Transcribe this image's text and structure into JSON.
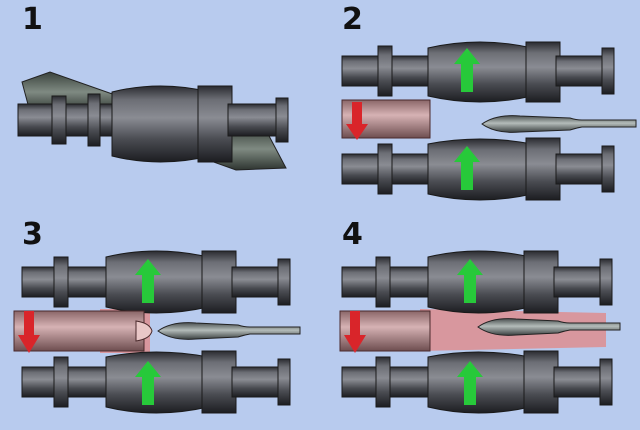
{
  "panels": [
    {
      "label": "1"
    },
    {
      "label": "2"
    },
    {
      "label": "3"
    },
    {
      "label": "4"
    }
  ],
  "colors": {
    "background": "#b8cbee",
    "metal": "#4a4c52",
    "spring": "#56605a",
    "ram": "#c9a4a6",
    "arrow_up": "#27c93a",
    "arrow_down": "#d9252a",
    "zone": "#e38683"
  }
}
